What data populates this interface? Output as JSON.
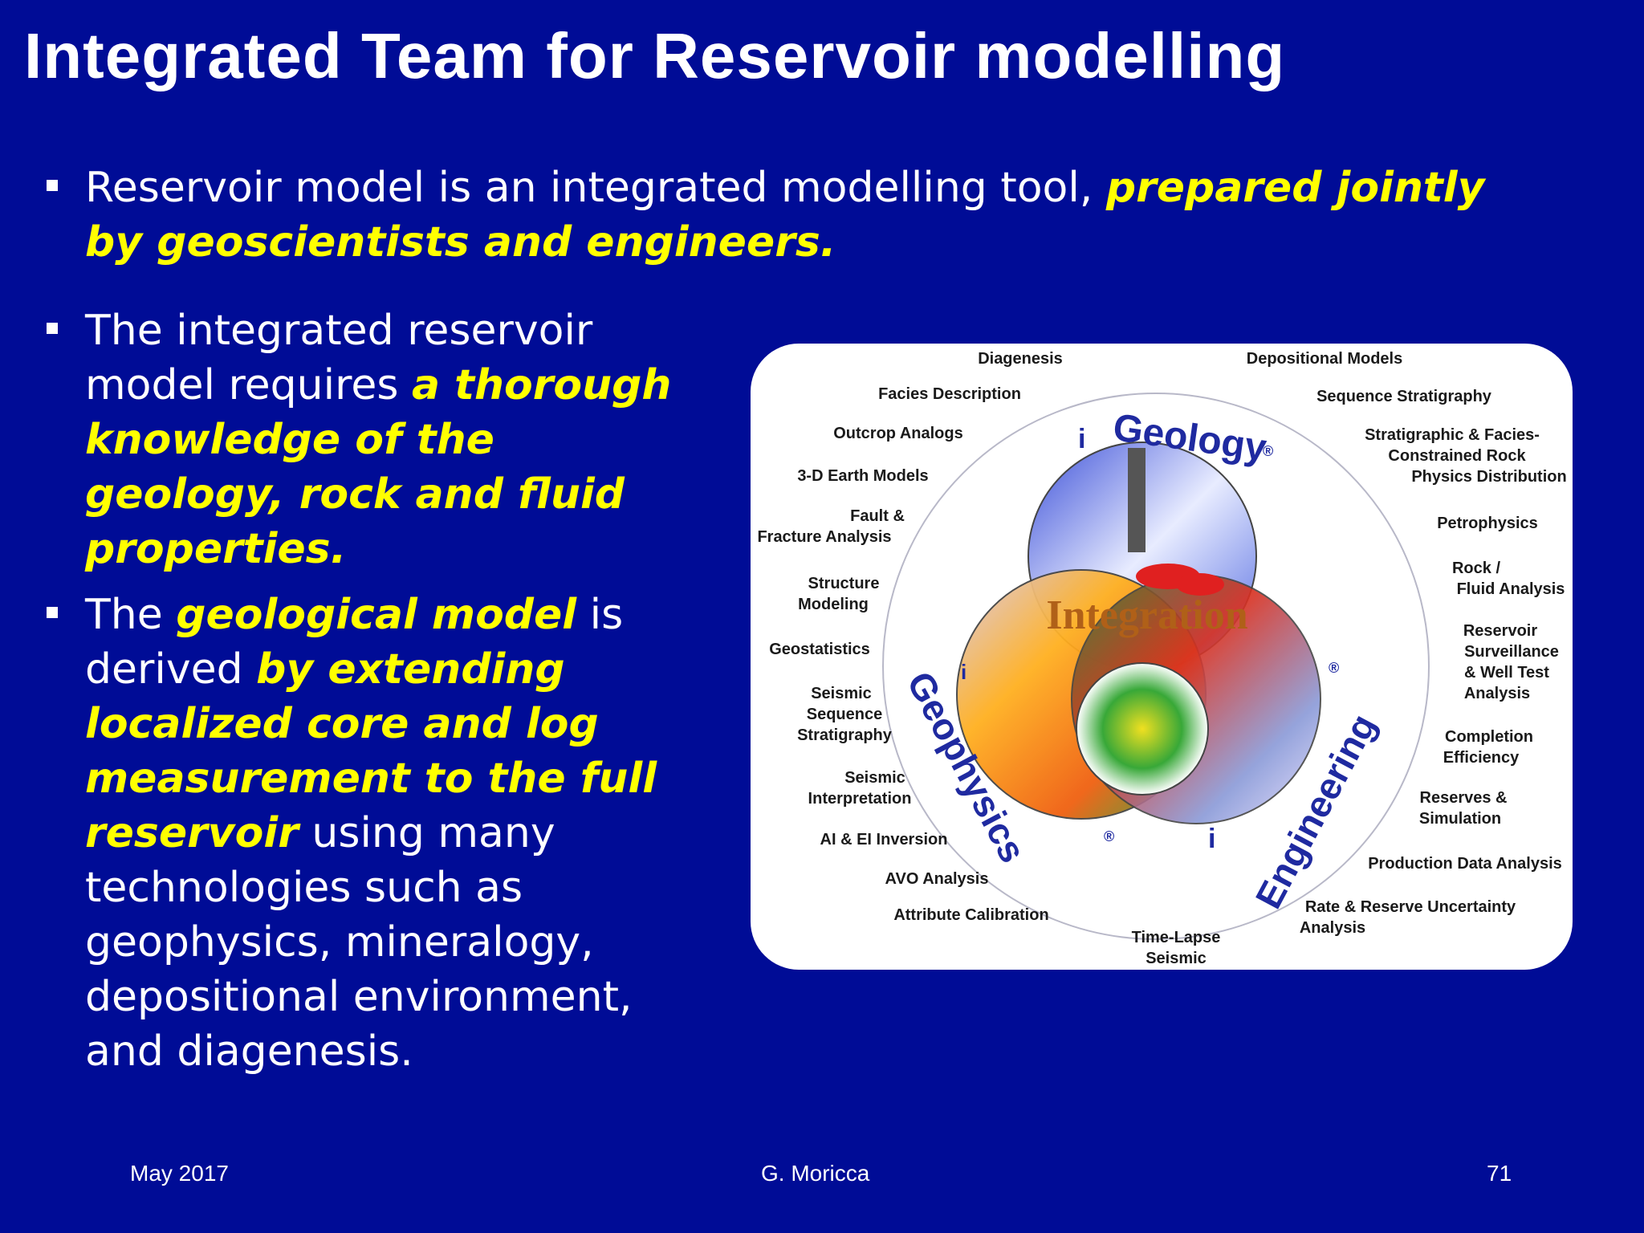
{
  "slide": {
    "title": "Integrated Team for Reservoir modelling",
    "bullets": [
      {
        "parts": [
          "Reservoir model is an integrated modelling tool, ",
          "prepared jointly by geoscientists and engineers",
          "."
        ]
      },
      {
        "parts": [
          "The integrated reservoir model requires ",
          "a thorough knowledge of the geology, rock and fluid properties."
        ]
      },
      {
        "parts": [
          "The ",
          "geological model",
          " is derived ",
          "by extending localized core and log measurement to the full reservoir",
          " using many technologies such as geophysics, mineralogy, depositional environment, and diagenesis."
        ]
      }
    ]
  },
  "figure": {
    "geology_label": "Geology",
    "geophysics_label": "Geophysics",
    "engineering_label": "Engineering",
    "integration_label": "Integration",
    "prefix_i": "i",
    "registered": "®",
    "labels": {
      "diagenesis": "Diagenesis",
      "depositional_models": "Depositional Models",
      "facies_description": "Facies Description",
      "sequence_stratigraphy": "Sequence Stratigraphy",
      "outcrop_analogs": "Outcrop Analogs",
      "strat_facies_1": "Stratigraphic & Facies-",
      "strat_facies_2": "Constrained Rock",
      "strat_facies_3": "Physics Distribution",
      "earth_models": "3-D Earth Models",
      "fault_1": "Fault &",
      "fault_2": "Fracture Analysis",
      "petrophysics": "Petrophysics",
      "structure_1": "Structure",
      "structure_2": "Modeling",
      "rock_1": "Rock /",
      "rock_2": "Fluid Analysis",
      "geostatistics": "Geostatistics",
      "reservoir_1": "Reservoir",
      "reservoir_2": "Surveillance",
      "reservoir_3": "& Well Test",
      "reservoir_4": "Analysis",
      "seismic_seq_1": "Seismic",
      "seismic_seq_2": "Sequence",
      "seismic_seq_3": "Stratigraphy",
      "completion_1": "Completion",
      "completion_2": "Efficiency",
      "seismic_int_1": "Seismic",
      "seismic_int_2": "Interpretation",
      "reserves_1": "Reserves &",
      "reserves_2": "Simulation",
      "inversion": "AI & EI Inversion",
      "production": "Production Data Analysis",
      "avo": "AVO Analysis",
      "attribute": "Attribute Calibration",
      "rate_1": "Rate & Reserve Uncertainty",
      "rate_2": "Analysis",
      "timelapse_1": "Time-Lapse",
      "timelapse_2": "Seismic"
    }
  },
  "footer": {
    "date": "May 2017",
    "author": "G. Moricca",
    "page": "71"
  }
}
